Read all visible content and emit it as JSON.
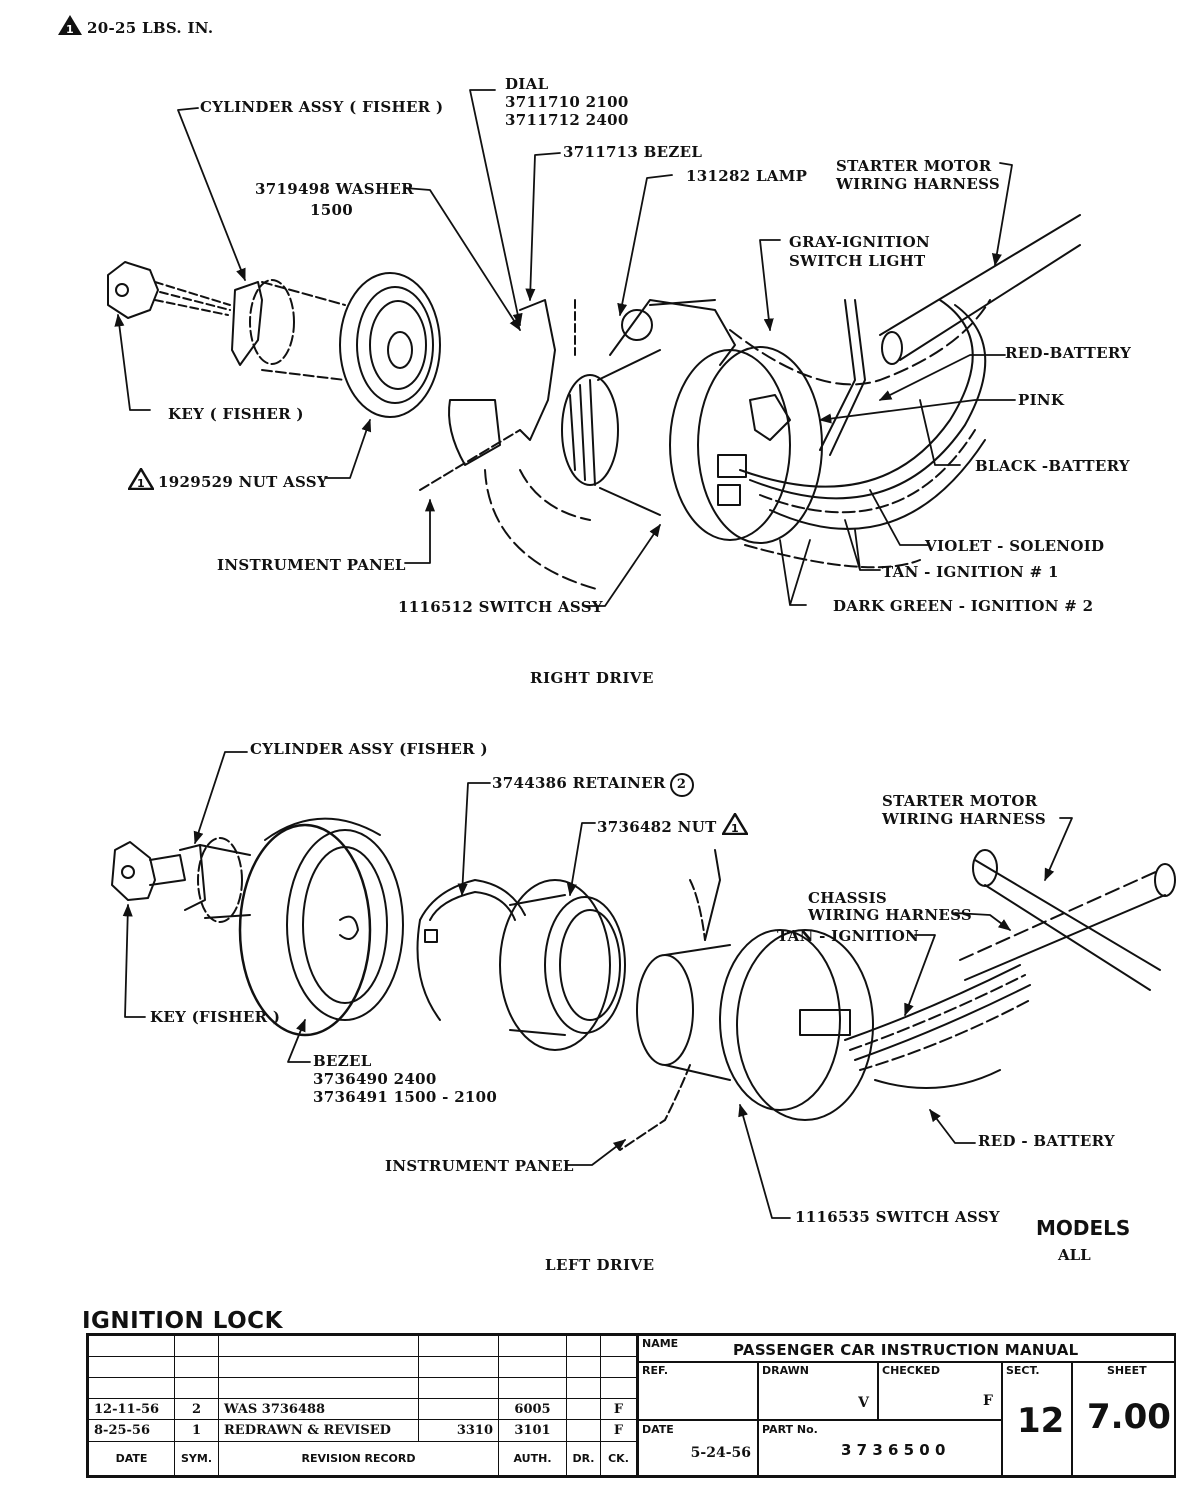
{
  "document": {
    "torque_note": "20-25 LBS. IN.",
    "torque_note_symbol": "1"
  },
  "right_drive": {
    "caption": "RIGHT DRIVE",
    "labels": {
      "cylinder_assy": "CYLINDER ASSY ( FISHER )",
      "dial_title": "DIAL",
      "dial_line1": "3711710  2100",
      "dial_line2": "3711712  2400",
      "bezel": "3711713 BEZEL",
      "washer_line1": "3719498 WASHER",
      "washer_line2": "1500",
      "lamp": "131282 LAMP",
      "starter_line1": "STARTER MOTOR",
      "starter_line2": "WIRING  HARNESS",
      "gray_line1": "GRAY-IGNITION",
      "gray_line2": "SWITCH LIGHT",
      "red_battery": "RED-BATTERY",
      "pink": "PINK",
      "black_battery": "BLACK -BATTERY",
      "key": "KEY ( FISHER )",
      "nut_assy": "1929529 NUT ASSY",
      "nut_assy_symbol": "1",
      "instrument_panel": "INSTRUMENT PANEL",
      "switch_assy": "1116512 SWITCH ASSY",
      "violet": "VIOLET - SOLENOID",
      "tan": "TAN - IGNITION # 1",
      "dark_green": "DARK GREEN - IGNITION # 2"
    }
  },
  "left_drive": {
    "caption": "LEFT DRIVE",
    "labels": {
      "cylinder_assy": "CYLINDER ASSY (FISHER )",
      "retainer": "3744386 RETAINER",
      "retainer_symbol": "2",
      "nut": "3736482 NUT",
      "nut_symbol": "1",
      "starter_line1": "STARTER MOTOR",
      "starter_line2": "WIRING HARNESS",
      "chassis_line1": "CHASSIS",
      "chassis_line2": "WIRING HARNESS",
      "tan": "TAN - IGNITION",
      "key": "KEY (FISHER )",
      "bezel_title": "BEZEL",
      "bezel_line1": "3736490  2400",
      "bezel_line2": "3736491  1500 - 2100",
      "instrument_panel": "INSTRUMENT PANEL",
      "red_battery": "RED - BATTERY",
      "switch_assy": "1116535 SWITCH ASSY"
    }
  },
  "models": {
    "title": "MODELS",
    "value": "ALL"
  },
  "title_block": {
    "title": "IGNITION LOCK",
    "revision_rows": [
      {
        "date": "",
        "sym": "",
        "record": "",
        "ref": "",
        "auth": "",
        "dr": "",
        "ck": ""
      },
      {
        "date": "",
        "sym": "",
        "record": "",
        "ref": "",
        "auth": "",
        "dr": "",
        "ck": ""
      },
      {
        "date": "",
        "sym": "",
        "record": "",
        "ref": "",
        "auth": "",
        "dr": "",
        "ck": ""
      },
      {
        "date": "12-11-56",
        "sym": "2",
        "record": "WAS 3736488",
        "ref": "",
        "auth": "6005",
        "dr": "",
        "ck": "F"
      },
      {
        "date": "8-25-56",
        "sym": "1",
        "record": "REDRAWN & REVISED",
        "ref": "3310",
        "auth": "3101",
        "dr": "",
        "ck": "F"
      }
    ],
    "revision_headers": {
      "date": "DATE",
      "sym": "SYM.",
      "record": "REVISION RECORD",
      "auth": "AUTH.",
      "dr": "DR.",
      "ck": "CK."
    },
    "name_caption": "NAME",
    "name_value": "PASSENGER CAR INSTRUCTION MANUAL",
    "ref_caption": "REF.",
    "ref_value": "",
    "drawn_caption": "DRAWN",
    "drawn_value": "V",
    "checked_caption": "CHECKED",
    "checked_value": "F",
    "sect_caption": "SECT.",
    "sect_value": "12",
    "sheet_caption": "SHEET",
    "sheet_value": "7.00",
    "date_caption": "DATE",
    "date_value": "5-24-56",
    "part_caption": "PART No.",
    "part_value": "3 7 3 6 5 0 0"
  }
}
